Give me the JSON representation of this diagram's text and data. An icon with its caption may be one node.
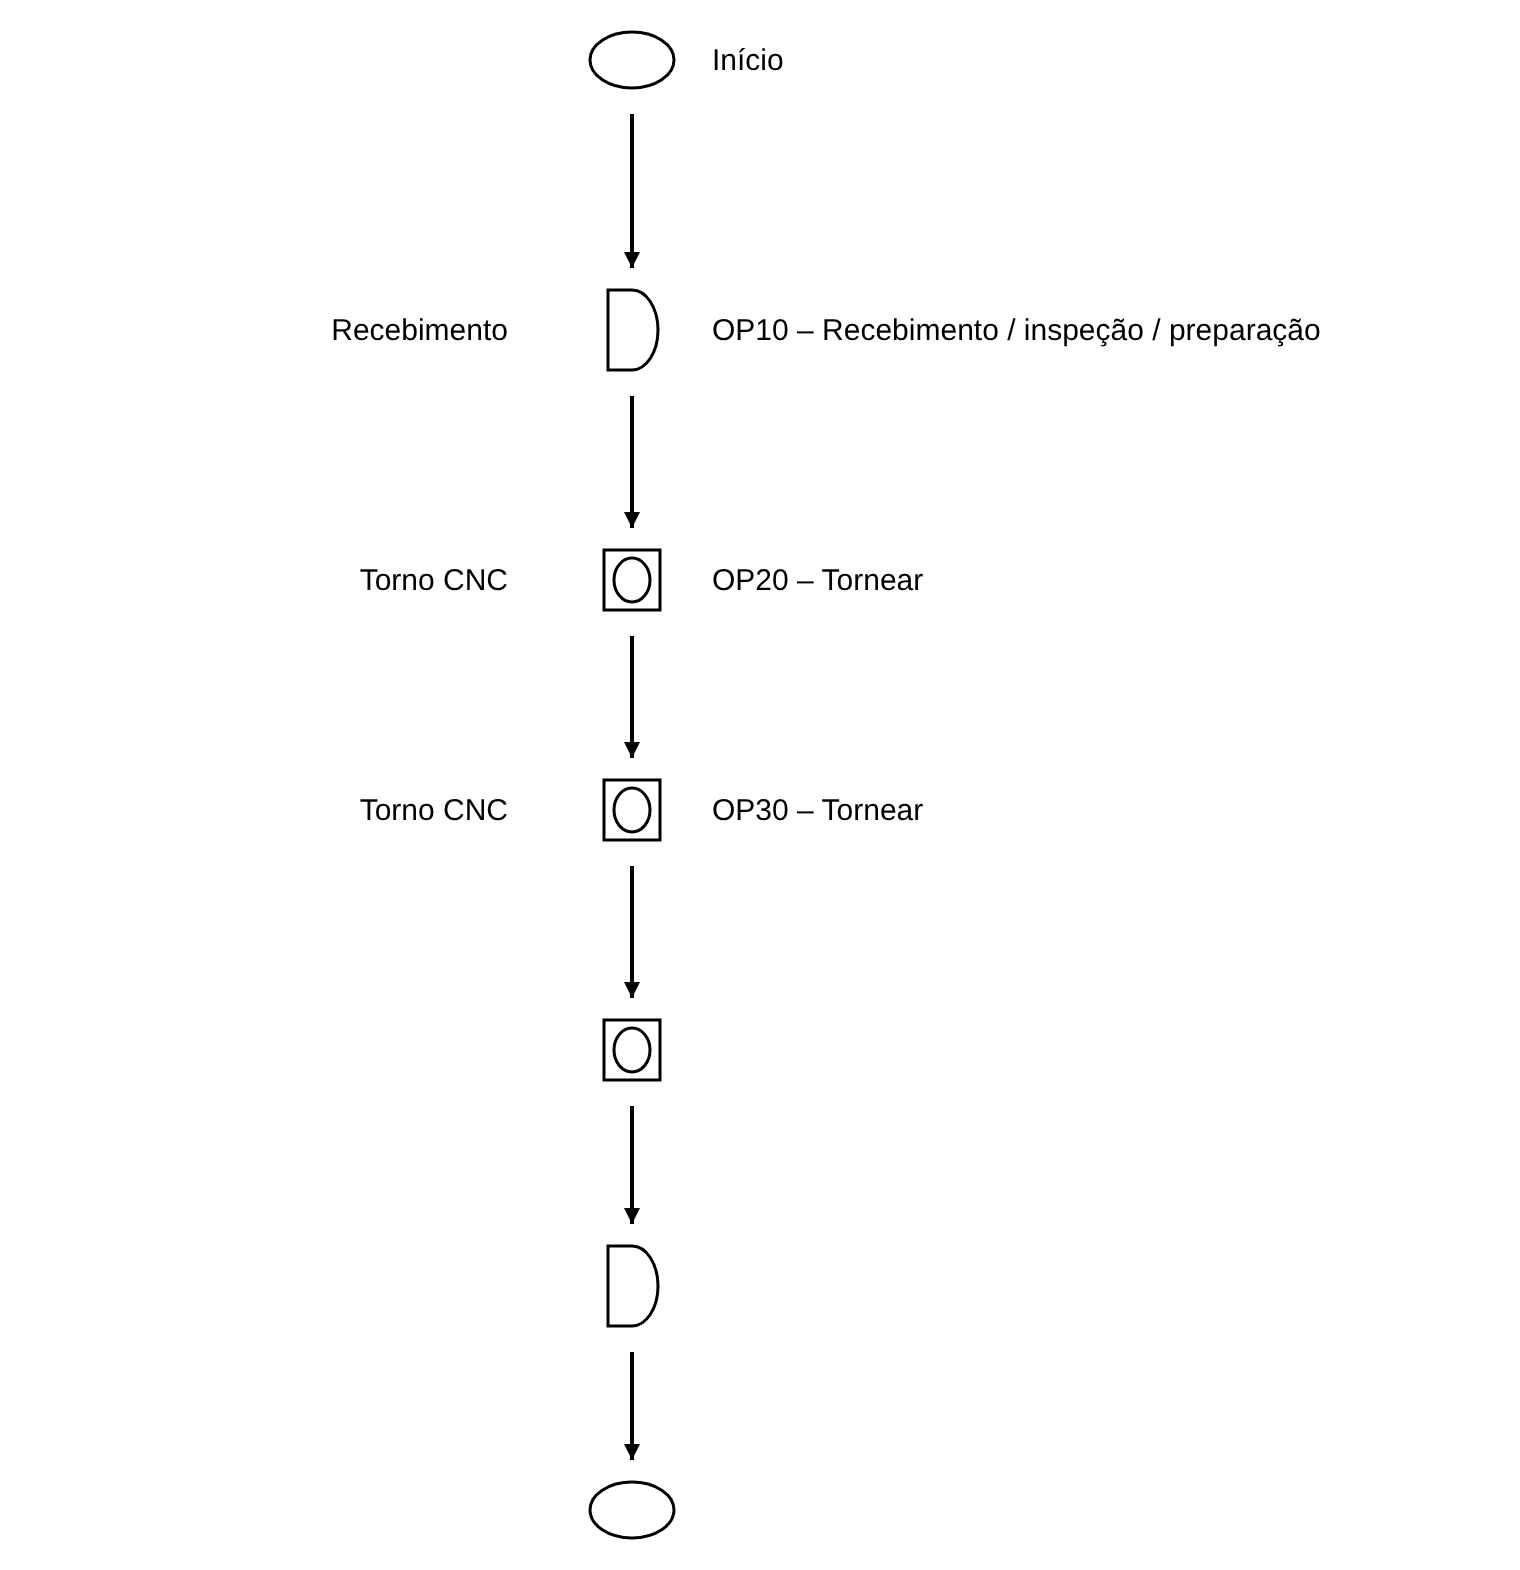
{
  "diagram": {
    "nodes": [
      {
        "text": [],
        "shape": "ellipse",
        "beside": [
          "Início"
        ]
      },
      {
        "text": [],
        "shape": "delay",
        "beside": [
          "Recebimento",
          "OP10 – Recebimento / inspeção / preparação"
        ]
      },
      {
        "text": [],
        "shape": "box",
        "beside": [
          "Torno CNC",
          "OP20 – Tornear"
        ]
      },
      {
        "text": [],
        "shape": "box",
        "beside": [
          "Torno CNC",
          "OP30 – Tornear"
        ]
      },
      {
        "text": [],
        "shape": "box"
      },
      {
        "text": [],
        "shape": "delay"
      },
      {
        "text": [],
        "shape": "ellipse"
      }
    ],
    "edges": [
      {
        "from": 0,
        "to": 1,
        "arrow": "to"
      },
      {
        "from": 1,
        "to": 2,
        "arrow": "to"
      },
      {
        "from": 2,
        "to": 3,
        "arrow": "to"
      },
      {
        "from": 3,
        "to": 4,
        "arrow": "to"
      },
      {
        "from": 4,
        "to": 5,
        "arrow": "to"
      },
      {
        "from": 5,
        "to": 6,
        "arrow": "to"
      }
    ]
  }
}
